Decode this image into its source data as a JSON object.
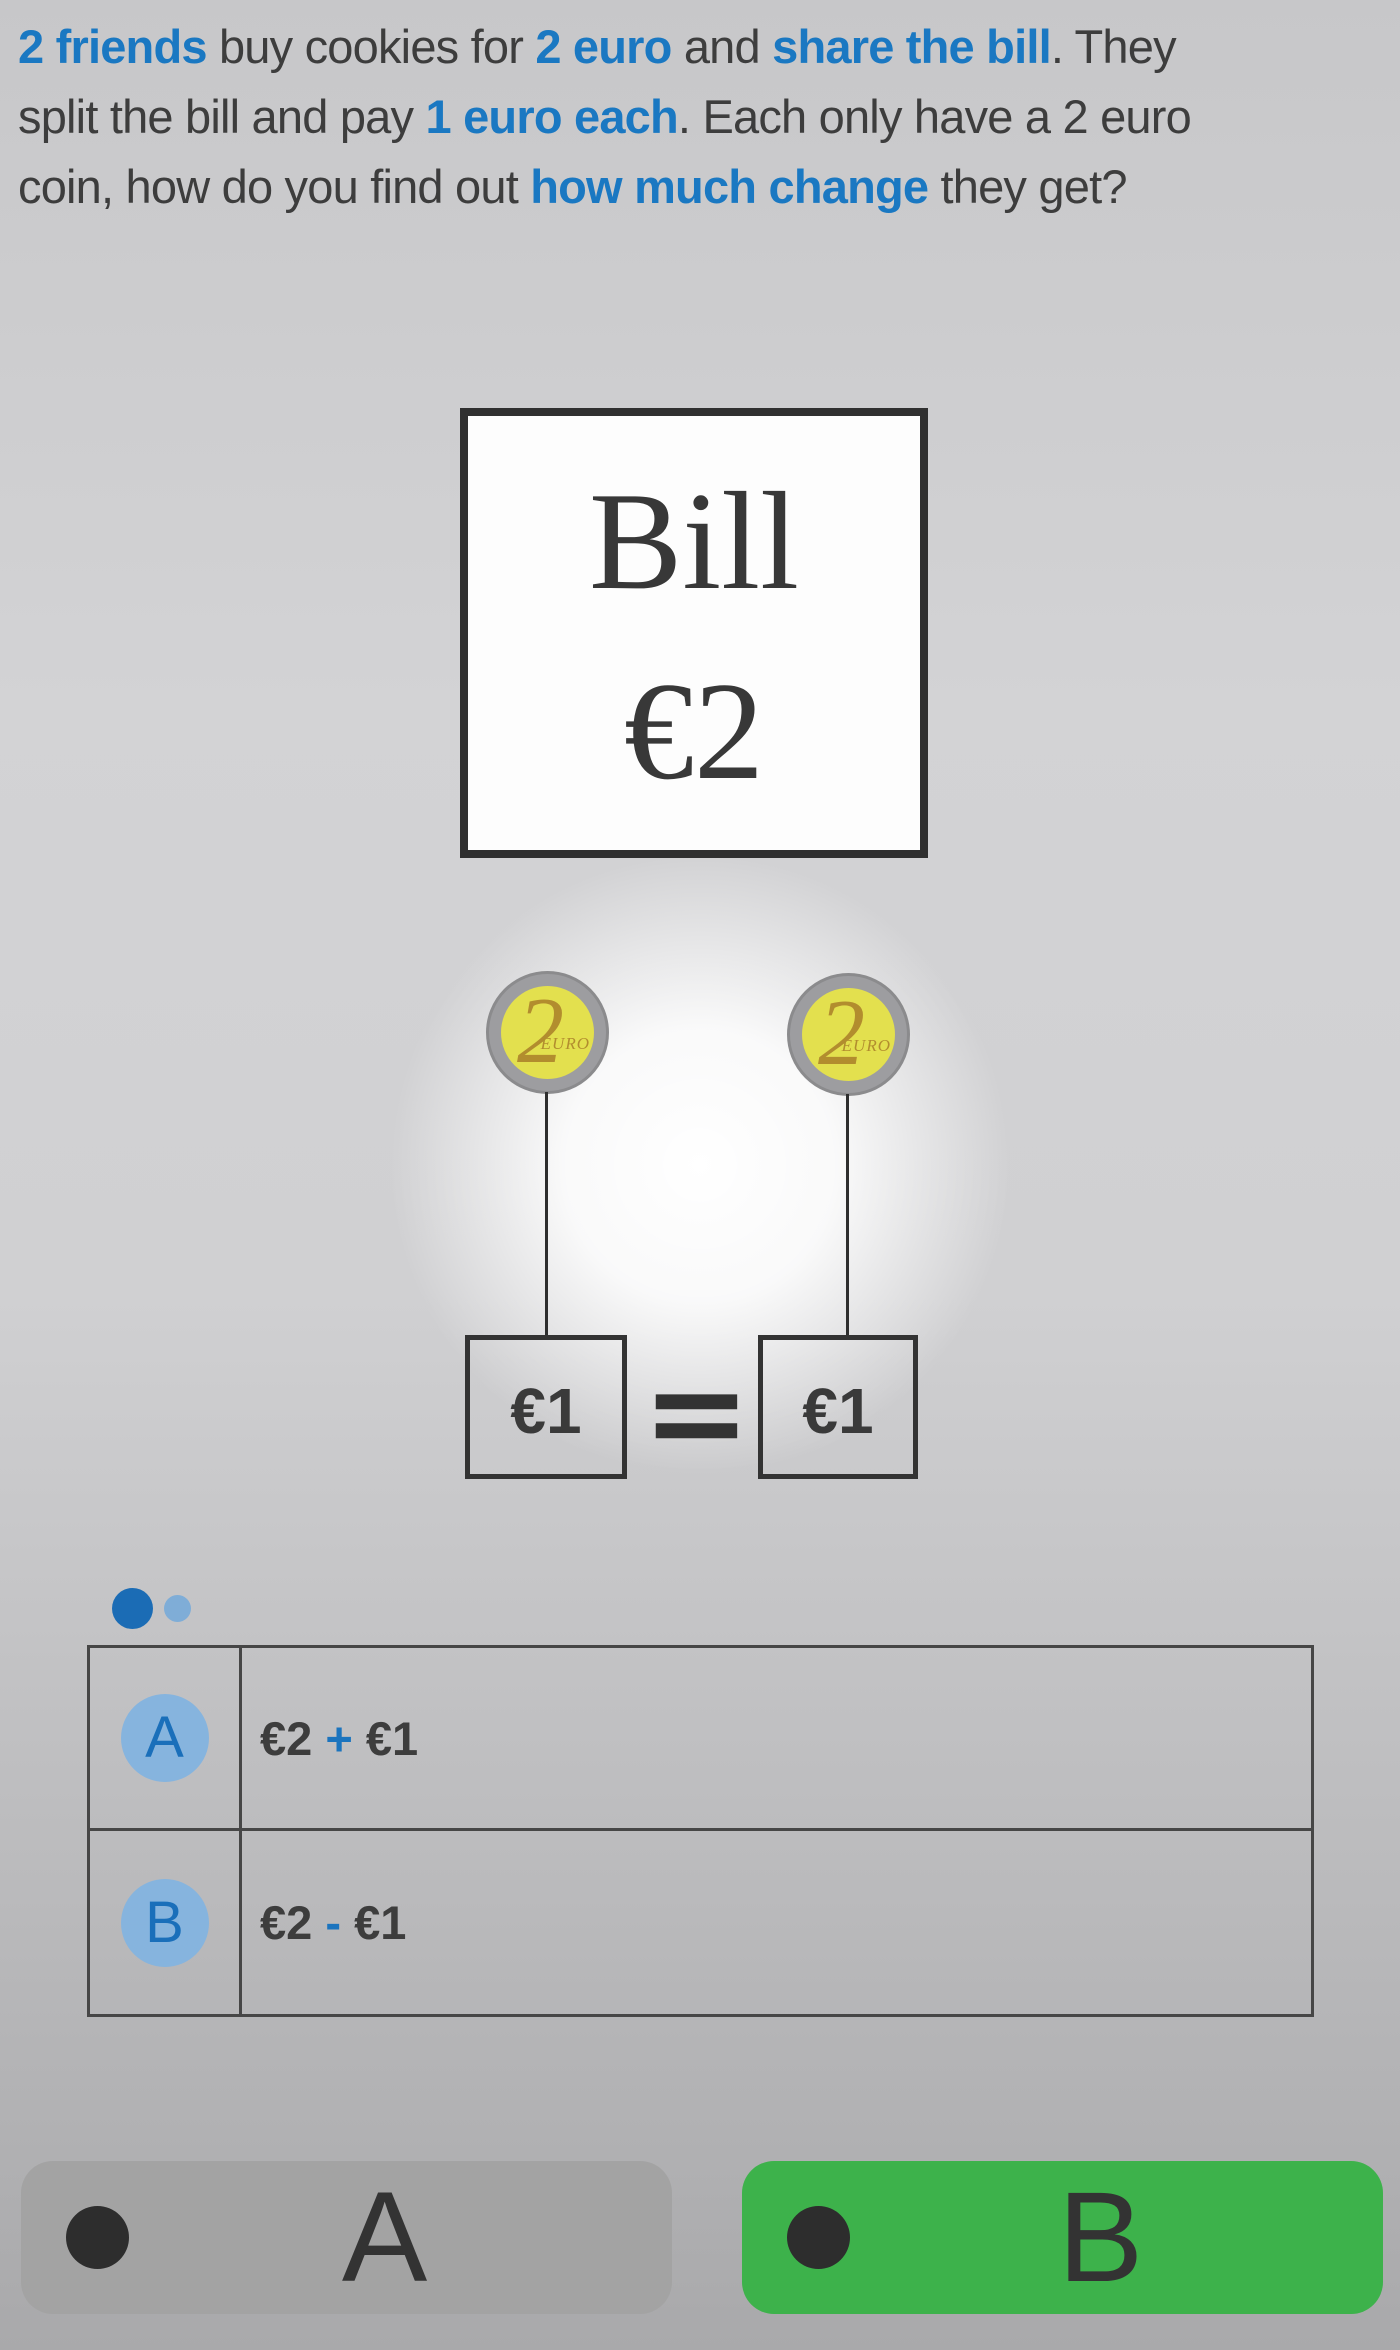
{
  "question": {
    "lines": [
      {
        "segments": [
          {
            "text": "2 friends",
            "style": "highlight"
          },
          {
            "text": " buy cookies for ",
            "style": "dark"
          },
          {
            "text": "2 euro",
            "style": "highlight"
          },
          {
            "text": " and ",
            "style": "dark"
          },
          {
            "text": "share the bill",
            "style": "highlight"
          },
          {
            "text": ". They",
            "style": "dark"
          }
        ]
      },
      {
        "segments": [
          {
            "text": "split the bill and pay ",
            "style": "dark"
          },
          {
            "text": "1 euro each",
            "style": "highlight"
          },
          {
            "text": ". Each only have a 2 euro",
            "style": "dark"
          }
        ]
      },
      {
        "segments": [
          {
            "text": "coin, how do you find out ",
            "style": "dark"
          },
          {
            "text": "how much change",
            "style": "highlight"
          },
          {
            "text": " they get?",
            "style": "dark"
          }
        ]
      }
    ]
  },
  "diagram": {
    "bill_title": "Bill",
    "bill_amount": "€2",
    "coins": [
      {
        "value": "2",
        "currency": "EURO"
      },
      {
        "value": "2",
        "currency": "EURO"
      }
    ],
    "split_amounts": [
      "€1",
      "€1"
    ],
    "equals_sign": "="
  },
  "progress": {
    "dots": [
      "active",
      "inactive"
    ]
  },
  "options": [
    {
      "letter": "A",
      "parts": [
        {
          "text": "€2",
          "style": "dark"
        },
        {
          "text": " + ",
          "style": "blue"
        },
        {
          "text": "€1",
          "style": "dark"
        }
      ]
    },
    {
      "letter": "B",
      "parts": [
        {
          "text": "€2",
          "style": "dark"
        },
        {
          "text": " - ",
          "style": "blue"
        },
        {
          "text": "€1",
          "style": "dark"
        }
      ]
    }
  ],
  "buttons": [
    {
      "label": "A",
      "state": "default"
    },
    {
      "label": "B",
      "state": "selected"
    }
  ],
  "colors": {
    "highlight_blue": "#1a78c2",
    "operator_blue": "#1b74be",
    "circle_fill": "#86b4de",
    "circle_letter": "#1a6fba",
    "dot_active": "#1b6cb5",
    "dot_inactive": "#7fadd7",
    "button_gray": "#a3a3a3",
    "button_green": "#3db24b",
    "coin_gold": "#b28d2e",
    "coin_yellow": "#e3e04e",
    "coin_silver": "#9d9da0"
  }
}
